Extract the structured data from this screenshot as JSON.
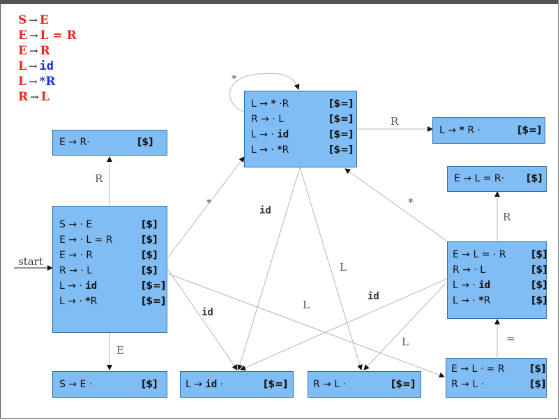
{
  "grammar": [
    {
      "lhs": "S",
      "arrow": "→",
      "rhs": "E",
      "rhs_style": "red"
    },
    {
      "lhs": "E",
      "arrow": "→",
      "rhs": "L = R",
      "rhs_style": "red"
    },
    {
      "lhs": "E",
      "arrow": "→",
      "rhs": "R",
      "rhs_style": "red"
    },
    {
      "lhs": "L",
      "arrow": "→",
      "rhs": "id",
      "rhs_style": "blue"
    },
    {
      "lhs": "L",
      "arrow": "→",
      "rhs": "*R",
      "rhs_style": "blue-star"
    },
    {
      "lhs": "R",
      "arrow": "→",
      "rhs": "L",
      "rhs_style": "red"
    }
  ],
  "states": {
    "start": [
      {
        "prod": "S → · E",
        "la": "[$]"
      },
      {
        "prod": "E → · L = R",
        "la": "[$]"
      },
      {
        "prod": "E → · R",
        "la": "[$]"
      },
      {
        "prod": "R → · L",
        "la": "[$]"
      },
      {
        "prod": "L → · id",
        "la": "[$=]"
      },
      {
        "prod": "L → · *R",
        "la": "[$=]"
      }
    ],
    "star": [
      {
        "prod": "L → * ·R",
        "la": "[$=]"
      },
      {
        "prod": "R → · L",
        "la": "[$=]"
      },
      {
        "prod": "L → · id",
        "la": "[$=]"
      },
      {
        "prod": "L → · *R",
        "la": "[$=]"
      }
    ],
    "star_r": [
      {
        "prod": "L → * R ·",
        "la": "[$=]"
      }
    ],
    "e_r": [
      {
        "prod": "E → R·",
        "la": "[$]"
      }
    ],
    "e_l_eq": [
      {
        "prod": "E → L = · R",
        "la": "[$]"
      },
      {
        "prod": "R → · L",
        "la": "[$]"
      },
      {
        "prod": "L → · id",
        "la": "[$]"
      },
      {
        "prod": "L → · *R",
        "la": "[$]"
      }
    ],
    "e_l_eq_r": [
      {
        "prod": "E → L = R·",
        "la": "[$]"
      }
    ],
    "s_e": [
      {
        "prod": "S → E ·",
        "la": "[$]"
      }
    ],
    "l_id": [
      {
        "prod": "L → id ·",
        "la": "[$=]"
      }
    ],
    "r_l": [
      {
        "prod": "R → L ·",
        "la": "[$=]"
      }
    ],
    "l_dot": [
      {
        "prod": "E → L · = R",
        "la": "[$]"
      },
      {
        "prod": "R → L ·",
        "la": "[$]"
      }
    ]
  },
  "edge_labels": {
    "star_loop": "*",
    "start_to_star": "*",
    "star_to_star_r": "R",
    "start_to_e_r": "R",
    "start_to_s_e": "E",
    "start_to_l_id": "id",
    "start_to_l_dot": "L",
    "star_to_l_id": "id",
    "star_to_r_l": "L",
    "e_l_eq_to_l_id": "id",
    "e_l_eq_to_r_l": "L",
    "e_l_eq_to_star": "*",
    "e_l_eq_to_e_l_eq_r": "R",
    "l_dot_to_e_l_eq": "=",
    "start_arrow": "start"
  }
}
